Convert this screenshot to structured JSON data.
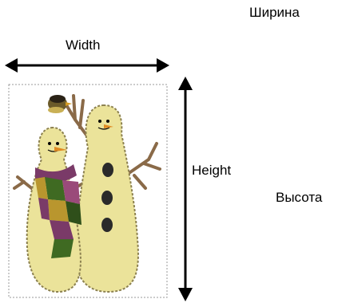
{
  "labels": {
    "shirina": "Ширина",
    "width": "Width",
    "height": "Height",
    "vysota": "Высота"
  },
  "colors": {
    "snow_body": "#ebe39a",
    "snow_outline": "#8c8150",
    "scarf_purple": "#7a3a68",
    "scarf_green": "#3f6a22",
    "scarf_gold": "#b9962e",
    "branch": "#8a6a48",
    "button": "#2a2a2a",
    "nose": "#e08a22",
    "bird": "#4b3a20"
  },
  "icons": [
    "snowmen-embroidery-design",
    "width-double-arrow-icon",
    "height-double-arrow-icon"
  ]
}
